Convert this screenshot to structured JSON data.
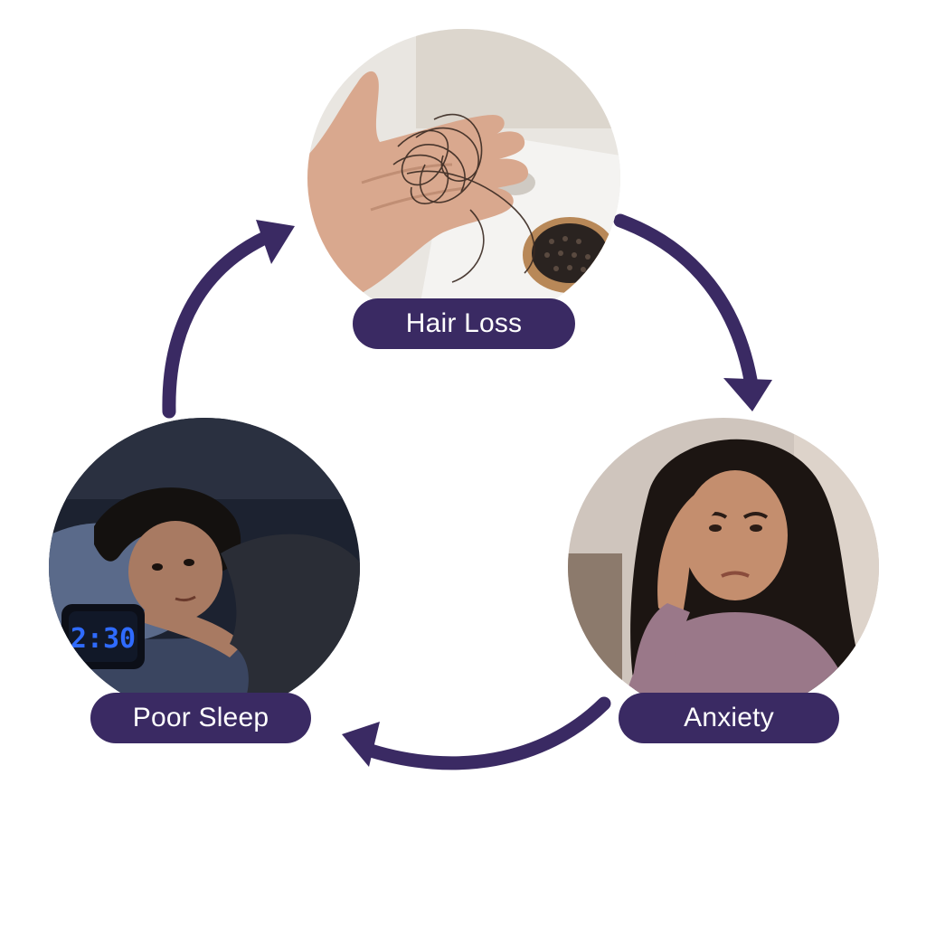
{
  "colors": {
    "accent": "#3a2a63",
    "pill_text": "#ffffff",
    "background": "#ffffff"
  },
  "nodes": [
    {
      "id": "hair-loss",
      "label": "Hair Loss",
      "image": "hand holding loose hair strands with hairbrush in sink"
    },
    {
      "id": "anxiety",
      "label": "Anxiety",
      "image": "worried woman holding her forehead"
    },
    {
      "id": "poor-sleep",
      "label": "Poor Sleep",
      "image": "woman lying awake in bed at night"
    }
  ],
  "clock": {
    "time": "2:30",
    "color": "#2f6bff"
  },
  "cycle": {
    "direction": "clockwise",
    "links": [
      {
        "from": "hair-loss",
        "to": "anxiety"
      },
      {
        "from": "anxiety",
        "to": "poor-sleep"
      },
      {
        "from": "poor-sleep",
        "to": "hair-loss"
      }
    ]
  }
}
